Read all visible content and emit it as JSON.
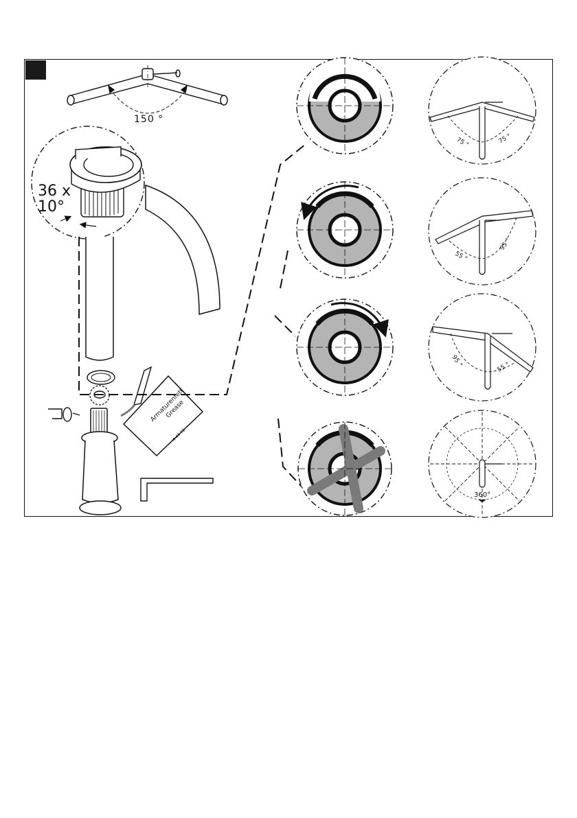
{
  "step": {
    "badge_color": "#1a1a1a"
  },
  "top_angle": {
    "label": "150 °"
  },
  "detent": {
    "line1": "36 x",
    "line2": "10°"
  },
  "grease_pack": {
    "line1": "Armaturenfett",
    "line2": "Grease",
    "code": "4 44 72"
  },
  "orientation_diagrams": [
    {
      "left_label": "75 °",
      "right_label": "75 °"
    },
    {
      "left_label": "55 °",
      "right_label": "95 °"
    },
    {
      "left_label": "95 °",
      "right_label": "55 °"
    },
    {
      "center_label": "360°"
    }
  ],
  "colors": {
    "ring_fill": "#b4b4b4",
    "ink": "#111111",
    "cross": "#7a7a7a"
  }
}
